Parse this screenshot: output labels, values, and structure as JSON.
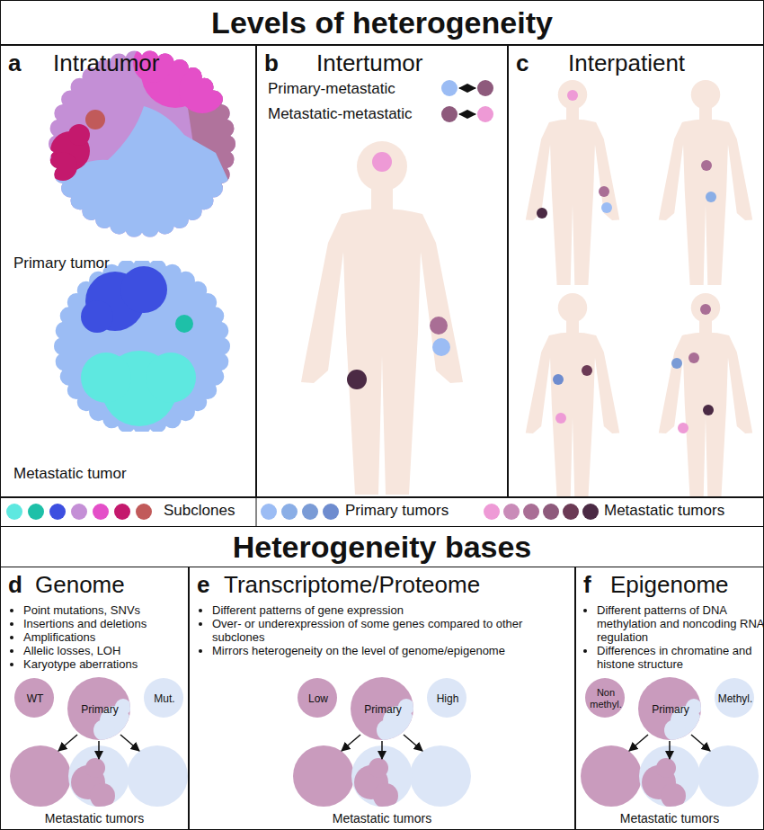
{
  "diagram": {
    "title": "Levels of heterogeneity",
    "nodes": [
      {
        "text": [
          "a",
          "Intratumor",
          "Primary tumor",
          "Metastatic tumor"
        ]
      },
      {
        "text": [
          "b",
          "Intertumor",
          "Primary-metastatic",
          "Metastatic-metastatic"
        ]
      },
      {
        "text": [
          "c",
          "Interpatient"
        ]
      },
      {
        "text": [
          "Heterogeneity bases"
        ]
      },
      {
        "text": [
          "d",
          "Genome",
          "Point mutations, SNVs",
          "Insertions and deletions",
          "Amplifications",
          "Allelic losses, LOH",
          "Karyotype aberrations",
          "Metastatic tumors"
        ]
      },
      {
        "text": [
          "WT"
        ],
        "in": 4
      },
      {
        "text": [
          "Primary"
        ],
        "in": 4
      },
      {
        "text": [
          "Mut."
        ],
        "in": 4
      },
      {
        "text": [
          "e",
          "Transcriptome/Proteome",
          "Different patterns of gene expression",
          "Over- or underexpression of some genes compared to other subclones",
          "Mirrors heterogeneity on the level of genome/epigenome",
          "Metastatic tumors"
        ]
      },
      {
        "text": [
          "Low"
        ],
        "in": 8
      },
      {
        "text": [
          "Primary"
        ],
        "in": 8
      },
      {
        "text": [
          "High"
        ],
        "in": 8
      },
      {
        "text": [
          "f",
          "Epigenome",
          "Different patterns of DNA methylation and noncoding RNA regulation",
          "Differences in chromatine and histone structure",
          "Metastatic tumors"
        ]
      },
      {
        "text": [
          "Non methyl."
        ],
        "in": 12
      },
      {
        "text": [
          "Primary"
        ],
        "in": 12
      },
      {
        "text": [
          "Methyl."
        ],
        "in": 12
      }
    ],
    "legend": [
      {
        "text": "Subclones"
      },
      {
        "text": "Primary tumors"
      },
      {
        "text": "Metastatic tumors"
      }
    ]
  }
}
